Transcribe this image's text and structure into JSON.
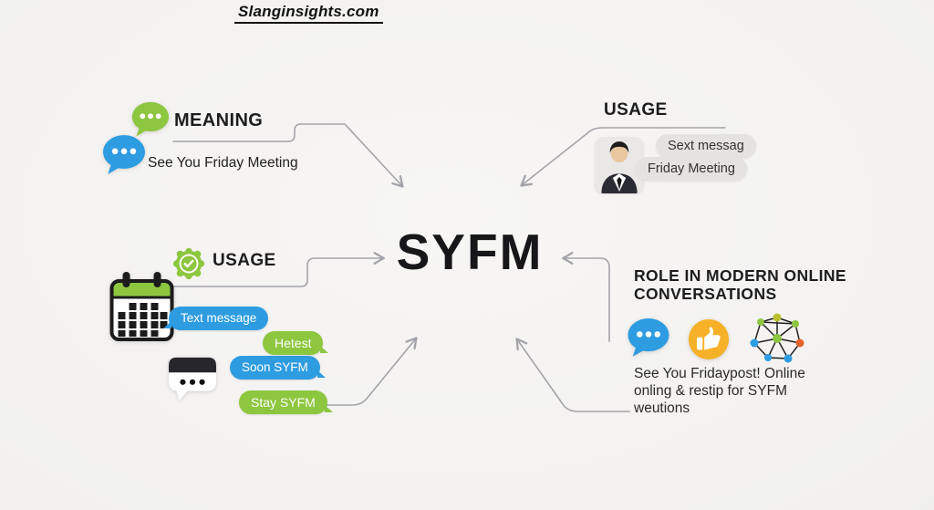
{
  "site": {
    "title": "Slanginsights.com"
  },
  "term": "SYFM",
  "meaning": {
    "title": "MEANING",
    "definition": "See You Friday Meeting"
  },
  "usage_top": {
    "title": "USAGE",
    "bubbles": [
      "Sext messag",
      "Friday Meeting"
    ]
  },
  "usage_left": {
    "title": "USAGE",
    "bubbles": [
      "Text message",
      "Hetest",
      "Soon SYFM",
      "Stay SYFM"
    ]
  },
  "role": {
    "title_lines": [
      "ROLE IN MODERN ONLINE",
      "CONVERSATIONS"
    ],
    "description_lines": [
      "See You Fridaypost! Online",
      "onling & restip for SYFM",
      "weutions"
    ]
  },
  "icons": {
    "meaning_marker": "chat-bubble-icon",
    "definition_marker": "chat-bubble-icon",
    "usage_left_marker": "verified-badge-icon",
    "usage_left_visual": "calendar-icon",
    "usage_left_typing": "typing-chat-icon",
    "usage_top_visual": "person-avatar-icon",
    "role_visuals": [
      "chat-bubble-icon",
      "thumbs-up-icon",
      "network-icon"
    ]
  },
  "colors": {
    "green": "#8dc63f",
    "blue": "#2e9ce1",
    "yellow": "#f6b128",
    "orange": "#e8622d",
    "olive": "#b8c22e",
    "gray_bubble": "#e5e3e1",
    "arrow": "#a3a3a9",
    "text": "#1d1d1f",
    "background": "#f2f1ef"
  }
}
